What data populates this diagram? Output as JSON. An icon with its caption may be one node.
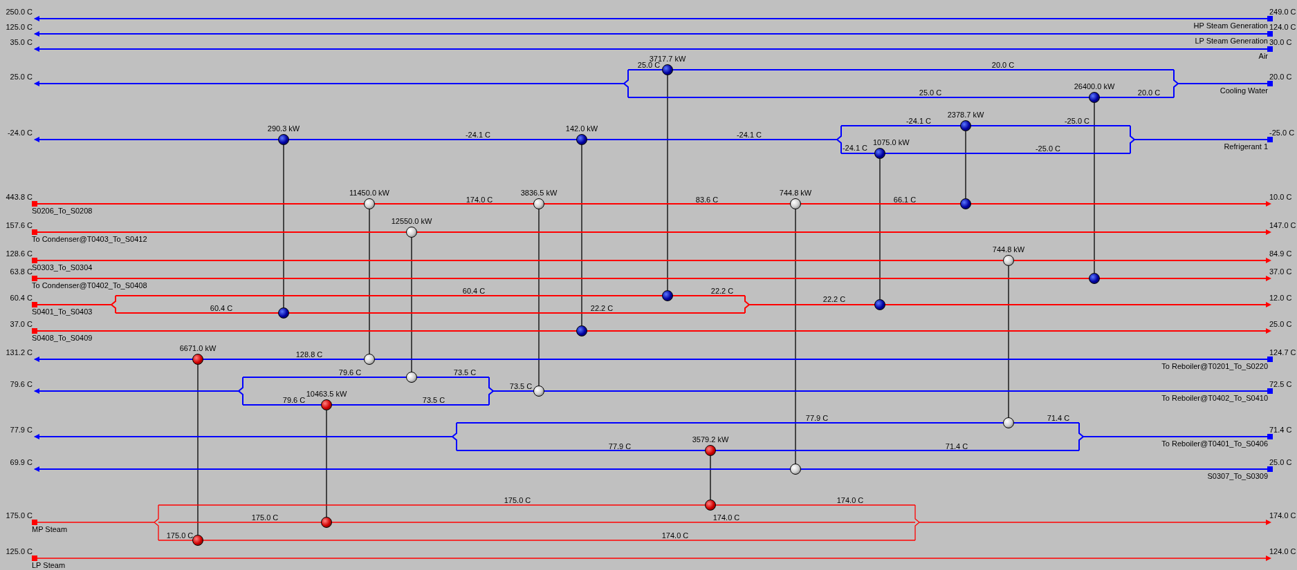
{
  "diagram": {
    "nodes": [
      {
        "text": [],
        "shape": "circle",
        "beside": [
          "3717.7 kW"
        ]
      },
      {
        "text": [],
        "shape": "circle",
        "beside": [
          "26400.0 kW"
        ]
      },
      {
        "text": [],
        "shape": "circle",
        "beside": [
          "2378.7 kW"
        ]
      },
      {
        "text": [],
        "shape": "circle",
        "beside": [
          "290.3 kW"
        ]
      },
      {
        "text": [],
        "shape": "circle",
        "beside": [
          "142.0 kW"
        ]
      },
      {
        "text": [],
        "shape": "circle",
        "beside": [
          "1075.0 kW"
        ]
      },
      {
        "text": [],
        "shape": "circle",
        "beside": [
          "11450.0 kW"
        ]
      },
      {
        "text": [],
        "shape": "circle",
        "beside": [
          "3836.5 kW"
        ]
      },
      {
        "text": [],
        "shape": "circle",
        "beside": [
          "744.8 kW"
        ]
      },
      {
        "text": [],
        "shape": "circle"
      },
      {
        "text": [],
        "shape": "circle",
        "beside": [
          "12550.0 kW"
        ]
      },
      {
        "text": [],
        "shape": "circle",
        "beside": [
          "744.8 kW"
        ]
      },
      {
        "text": [],
        "shape": "circle"
      },
      {
        "text": [],
        "shape": "circle"
      },
      {
        "text": [],
        "shape": "circle"
      },
      {
        "text": [],
        "shape": "circle"
      },
      {
        "text": [],
        "shape": "circle"
      },
      {
        "text": [],
        "shape": "circle",
        "beside": [
          "6671.0 kW"
        ]
      },
      {
        "text": [],
        "shape": "circle"
      },
      {
        "text": [],
        "shape": "circle"
      },
      {
        "text": [],
        "shape": "circle"
      },
      {
        "text": [],
        "shape": "circle",
        "beside": [
          "10463.5 kW"
        ]
      },
      {
        "text": [],
        "shape": "circle"
      },
      {
        "text": [],
        "shape": "circle",
        "beside": [
          "3579.2 kW"
        ]
      },
      {
        "text": [],
        "shape": "circle"
      },
      {
        "text": [],
        "shape": "circle"
      },
      {
        "text": [],
        "shape": "circle"
      },
      {
        "text": [],
        "shape": "circle"
      },
      {
        "text": [
          "250.0 C"
        ]
      },
      {
        "text": [
          "249.0 C"
        ]
      },
      {
        "text": [
          "125.0 C"
        ]
      },
      {
        "text": [
          "124.0 C"
        ]
      },
      {
        "text": [
          "35.0 C"
        ]
      },
      {
        "text": [
          "30.0 C"
        ]
      },
      {
        "text": [
          "25.0 C"
        ]
      },
      {
        "text": [
          "20.0 C"
        ]
      },
      {
        "text": [
          "-24.0 C"
        ]
      },
      {
        "text": [
          "-25.0 C"
        ]
      },
      {
        "text": [
          "443.8 C"
        ]
      },
      {
        "text": [
          "10.0 C"
        ]
      },
      {
        "text": [
          "157.6 C"
        ]
      },
      {
        "text": [
          "147.0 C"
        ]
      },
      {
        "text": [
          "128.6 C"
        ]
      },
      {
        "text": [
          "84.9 C"
        ]
      },
      {
        "text": [
          "63.8 C"
        ]
      },
      {
        "text": [
          "37.0 C"
        ]
      },
      {
        "text": [
          "60.4 C"
        ]
      },
      {
        "text": [
          "12.0 C"
        ]
      },
      {
        "text": [
          "37.0 C"
        ]
      },
      {
        "text": [
          "25.0 C"
        ]
      },
      {
        "text": [
          "131.2 C"
        ]
      },
      {
        "text": [
          "124.7 C"
        ]
      },
      {
        "text": [
          "79.6 C"
        ]
      },
      {
        "text": [
          "72.5 C"
        ]
      },
      {
        "text": [
          "77.9 C"
        ]
      },
      {
        "text": [
          "71.4 C"
        ]
      },
      {
        "text": [
          "69.9 C"
        ]
      },
      {
        "text": [
          "25.0 C"
        ]
      },
      {
        "text": [
          "175.0 C"
        ]
      },
      {
        "text": [
          "174.0 C"
        ]
      },
      {
        "text": [
          "125.0 C"
        ]
      },
      {
        "text": [
          "124.0 C"
        ]
      }
    ],
    "edges": [
      {
        "from": 0,
        "to": 13,
        "arrow": "none"
      },
      {
        "from": 1,
        "to": 12,
        "arrow": "none"
      },
      {
        "from": 2,
        "to": 9,
        "arrow": "none"
      },
      {
        "from": 3,
        "to": 15,
        "arrow": "none"
      },
      {
        "from": 4,
        "to": 16,
        "arrow": "none"
      },
      {
        "from": 5,
        "to": 14,
        "arrow": "none"
      },
      {
        "from": 6,
        "to": 18,
        "arrow": "none"
      },
      {
        "from": 7,
        "to": 20,
        "arrow": "none"
      },
      {
        "from": 8,
        "to": 24,
        "arrow": "none"
      },
      {
        "from": 10,
        "to": 19,
        "arrow": "none"
      },
      {
        "from": 11,
        "to": 22,
        "arrow": "none"
      },
      {
        "from": 17,
        "to": 27,
        "arrow": "none"
      },
      {
        "from": 21,
        "to": 26,
        "arrow": "none"
      },
      {
        "from": 23,
        "to": 25,
        "arrow": "none"
      },
      {
        "from": 29,
        "to": 28,
        "arrow": "to",
        "color": "#0000ff"
      },
      {
        "from": 31,
        "to": 30,
        "arrow": "to",
        "color": "#0000ff"
      },
      {
        "from": 33,
        "to": 32,
        "arrow": "to",
        "color": "#0000ff"
      },
      {
        "from": 35,
        "to": 34,
        "arrow": "to",
        "color": "#0000ff"
      },
      {
        "from": 37,
        "to": 36,
        "arrow": "to",
        "color": "#0000ff"
      },
      {
        "from": 38,
        "to": 39,
        "arrow": "to",
        "color": "#ff0000"
      },
      {
        "from": 40,
        "to": 41,
        "arrow": "to",
        "color": "#ff0000"
      },
      {
        "from": 42,
        "to": 43,
        "arrow": "to",
        "color": "#ff0000"
      },
      {
        "from": 44,
        "to": 45,
        "arrow": "to",
        "color": "#ff0000"
      },
      {
        "from": 46,
        "to": 47,
        "arrow": "to",
        "color": "#ff0000"
      },
      {
        "from": 48,
        "to": 49,
        "arrow": "to",
        "color": "#ff0000"
      },
      {
        "from": 51,
        "to": 50,
        "arrow": "to",
        "color": "#0000ff"
      },
      {
        "from": 53,
        "to": 52,
        "arrow": "to",
        "color": "#0000ff"
      },
      {
        "from": 55,
        "to": 54,
        "arrow": "to",
        "color": "#0000ff"
      },
      {
        "from": 57,
        "to": 56,
        "arrow": "to",
        "color": "#0000ff"
      },
      {
        "from": 58,
        "to": 59,
        "arrow": "to",
        "color": "#ff0000"
      },
      {
        "from": 60,
        "to": 61,
        "arrow": "to",
        "color": "#ff0000"
      }
    ],
    "labels": [
      "HP Steam Generation",
      "LP Steam Generation",
      "Air",
      "25.0 C",
      "20.0 C",
      "25.0 C",
      "20.0 C",
      "Cooling Water",
      "-24.1 C",
      "-25.0 C",
      "-24.1 C",
      "-24.1 C",
      "-24.1 C",
      "-25.0 C",
      "Refrigerant 1",
      "174.0 C",
      "83.6 C",
      "66.1 C",
      "S0206_To_S0208",
      "To Condenser@T0403_To_S0412",
      "S0303_To_S0304",
      "To Condenser@T0402_To_S0408",
      "60.4 C",
      "22.2 C",
      "22.2 C",
      "S0401_To_S0403",
      "60.4 C",
      "22.2 C",
      "S0408_To_S0409",
      "128.8 C",
      "To Reboiler@T0201_To_S0220",
      "79.6 C",
      "73.5 C",
      "73.5 C",
      "79.6 C",
      "73.5 C",
      "To Reboiler@T0402_To_S0410",
      "77.9 C",
      "71.4 C",
      "77.9 C",
      "71.4 C",
      "To Reboiler@T0401_To_S0406",
      "S0307_To_S0309",
      "175.0 C",
      "174.0 C",
      "175.0 C",
      "174.0 C",
      "MP Steam",
      "175.0 C",
      "174.0 C",
      "LP Steam"
    ]
  }
}
